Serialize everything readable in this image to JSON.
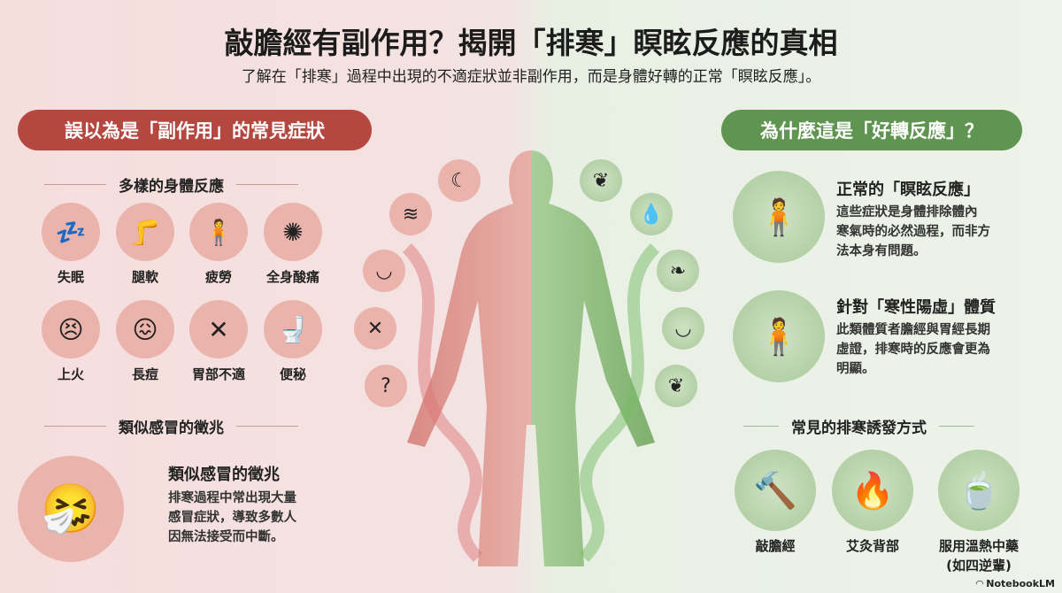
{
  "header": {
    "title": "敲膽經有副作用？揭開「排寒」瞑眩反應的真相",
    "subtitle": "了解在「排寒」過程中出現的不適症狀並非副作用，而是身體好轉的正常「瞑眩反應」。"
  },
  "left": {
    "pill": "誤以為是「副作用」的常見症狀",
    "section1": "多樣的身體反應",
    "symptoms": [
      {
        "label": "失眠",
        "icon": "sleep-icon"
      },
      {
        "label": "腿軟",
        "icon": "legs-icon"
      },
      {
        "label": "疲勞",
        "icon": "fatigue-icon"
      },
      {
        "label": "全身酸痛",
        "icon": "body-ache-icon"
      },
      {
        "label": "上火",
        "icon": "flushed-face-icon"
      },
      {
        "label": "長痘",
        "icon": "acne-icon"
      },
      {
        "label": "胃部不適",
        "icon": "stomach-icon"
      },
      {
        "label": "便秘",
        "icon": "toilet-icon"
      }
    ],
    "section2": "類似感冒的徵兆",
    "flu": {
      "title": "類似感冒的徵兆",
      "body": [
        "排寒過程中常出現大量",
        "感冒症狀，導致多數人",
        "因無法接受而中斷。"
      ]
    }
  },
  "right": {
    "pill": "為什麼這是「好轉反應」？",
    "item1": {
      "title": "正常的「瞑眩反應」",
      "body": [
        "這些症狀是身體排除體內",
        "寒氣時的必然過程，而非方",
        "法本身有問題。"
      ]
    },
    "item2": {
      "title": "針對「寒性陽虛」體質",
      "body": [
        "此類體質者膽經與胃經長期",
        "虛證，排寒時的反應會更為",
        "明顯。"
      ]
    },
    "section": "常見的排寒誘發方式",
    "methods": [
      {
        "label": "敲膽經"
      },
      {
        "label": "艾灸背部"
      },
      {
        "label": "服用溫熱中藥",
        "label2": "(如四逆輩)"
      }
    ]
  },
  "footer": {
    "brand": "NotebookLM"
  },
  "colors": {
    "red": "#b4473f",
    "green": "#5f9550"
  }
}
